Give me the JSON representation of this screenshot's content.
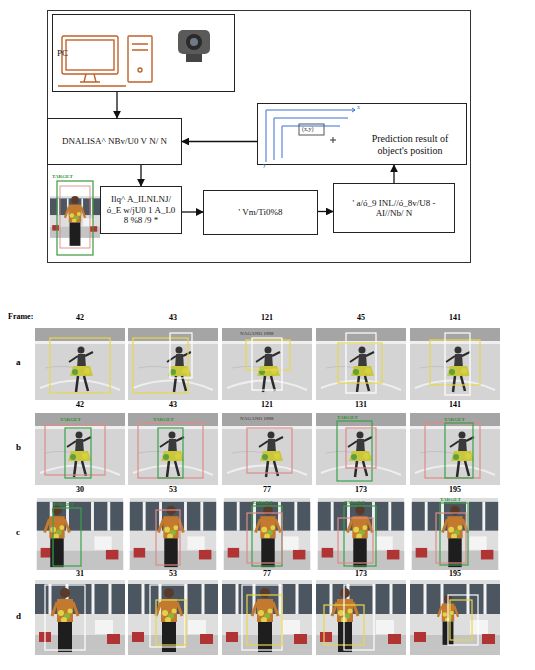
{
  "diagram": {
    "nodes": [
      {
        "text": [
          "PC"
        ]
      },
      {
        "text": [
          "DNALISA^ NBv/U0 V N/ N"
        ]
      },
      {
        "text": [
          "Ilq^ A_ILNLNJ/ó_E w/jU0 1 A_L0 8 %8 /9 *"
        ]
      },
      {
        "text": [
          "' Vm/Ti0%8"
        ]
      },
      {
        "text": [
          "' a/ó_9 INL//ó_8v/U8 - AI//Nb/ N"
        ]
      },
      {
        "text": [
          "Prediction result of object's position"
        ]
      }
    ],
    "edges": [
      {
        "from": 0,
        "to": 1,
        "arrow": "to"
      },
      {
        "from": 1,
        "to": 2,
        "arrow": "to"
      },
      {
        "from": 2,
        "to": 3,
        "arrow": "to"
      },
      {
        "from": 3,
        "to": 4,
        "arrow": "to"
      },
      {
        "from": 4,
        "to": 5,
        "arrow": "to"
      },
      {
        "from": 5,
        "to": 1,
        "arrow": "to"
      }
    ],
    "labels": [
      "TARGET",
      "x",
      "y",
      "(x,y)",
      "Frame:",
      "42",
      "43",
      "121",
      "45",
      "141",
      "a",
      "42",
      "43",
      "121",
      "131",
      "141",
      "b",
      "30",
      "53",
      "77",
      "173",
      "195",
      "c",
      "31",
      "53",
      "77",
      "173",
      "195",
      "d",
      "NAGANO 1998",
      "TARGET",
      "TARGET",
      "NAGANO 1998",
      "TARGET",
      "TARGET",
      "TARGET",
      "TARGET",
      "TARGET",
      "TARGET"
    ]
  }
}
